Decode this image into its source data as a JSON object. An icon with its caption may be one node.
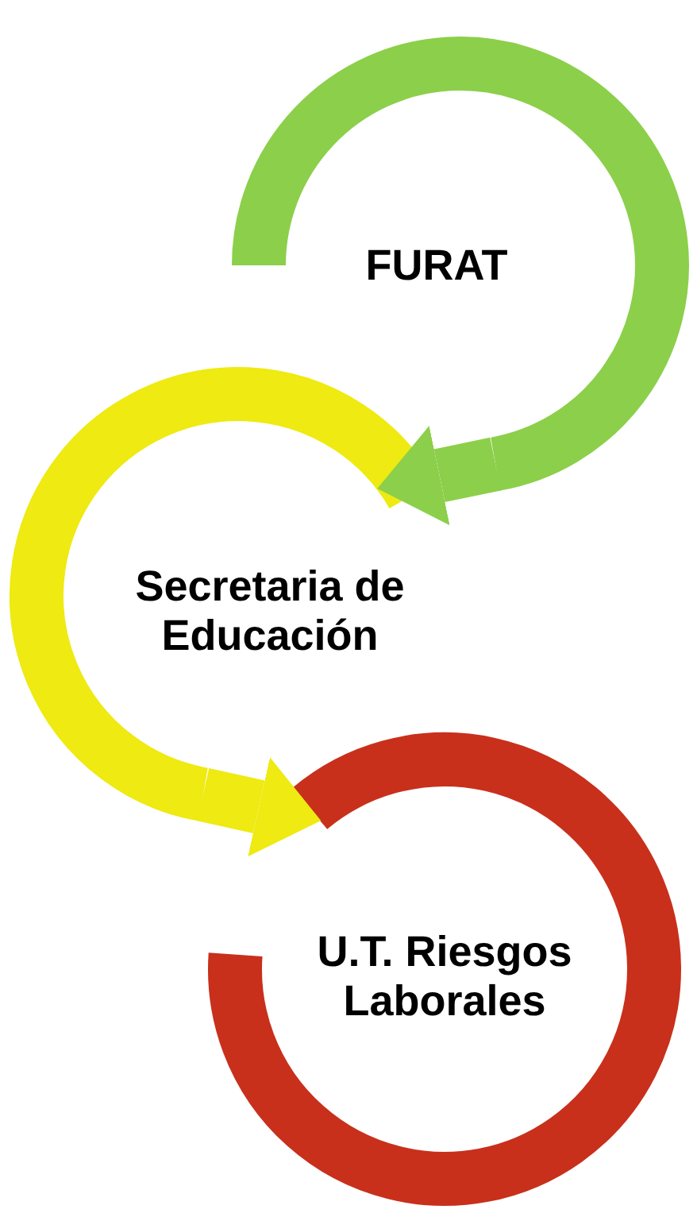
{
  "diagram": {
    "nodes": [
      {
        "text": [
          "FURAT"
        ]
      },
      {
        "text": [
          "Secretaria de Educación"
        ]
      },
      {
        "text": [
          "U.T. Riesgos Laborales"
        ]
      }
    ],
    "edges": [
      {
        "from": 0,
        "to": 1,
        "arrow": "to",
        "color": "#8ccf4a"
      },
      {
        "from": 1,
        "to": 2,
        "arrow": "to",
        "color": "#eeea12"
      }
    ]
  }
}
